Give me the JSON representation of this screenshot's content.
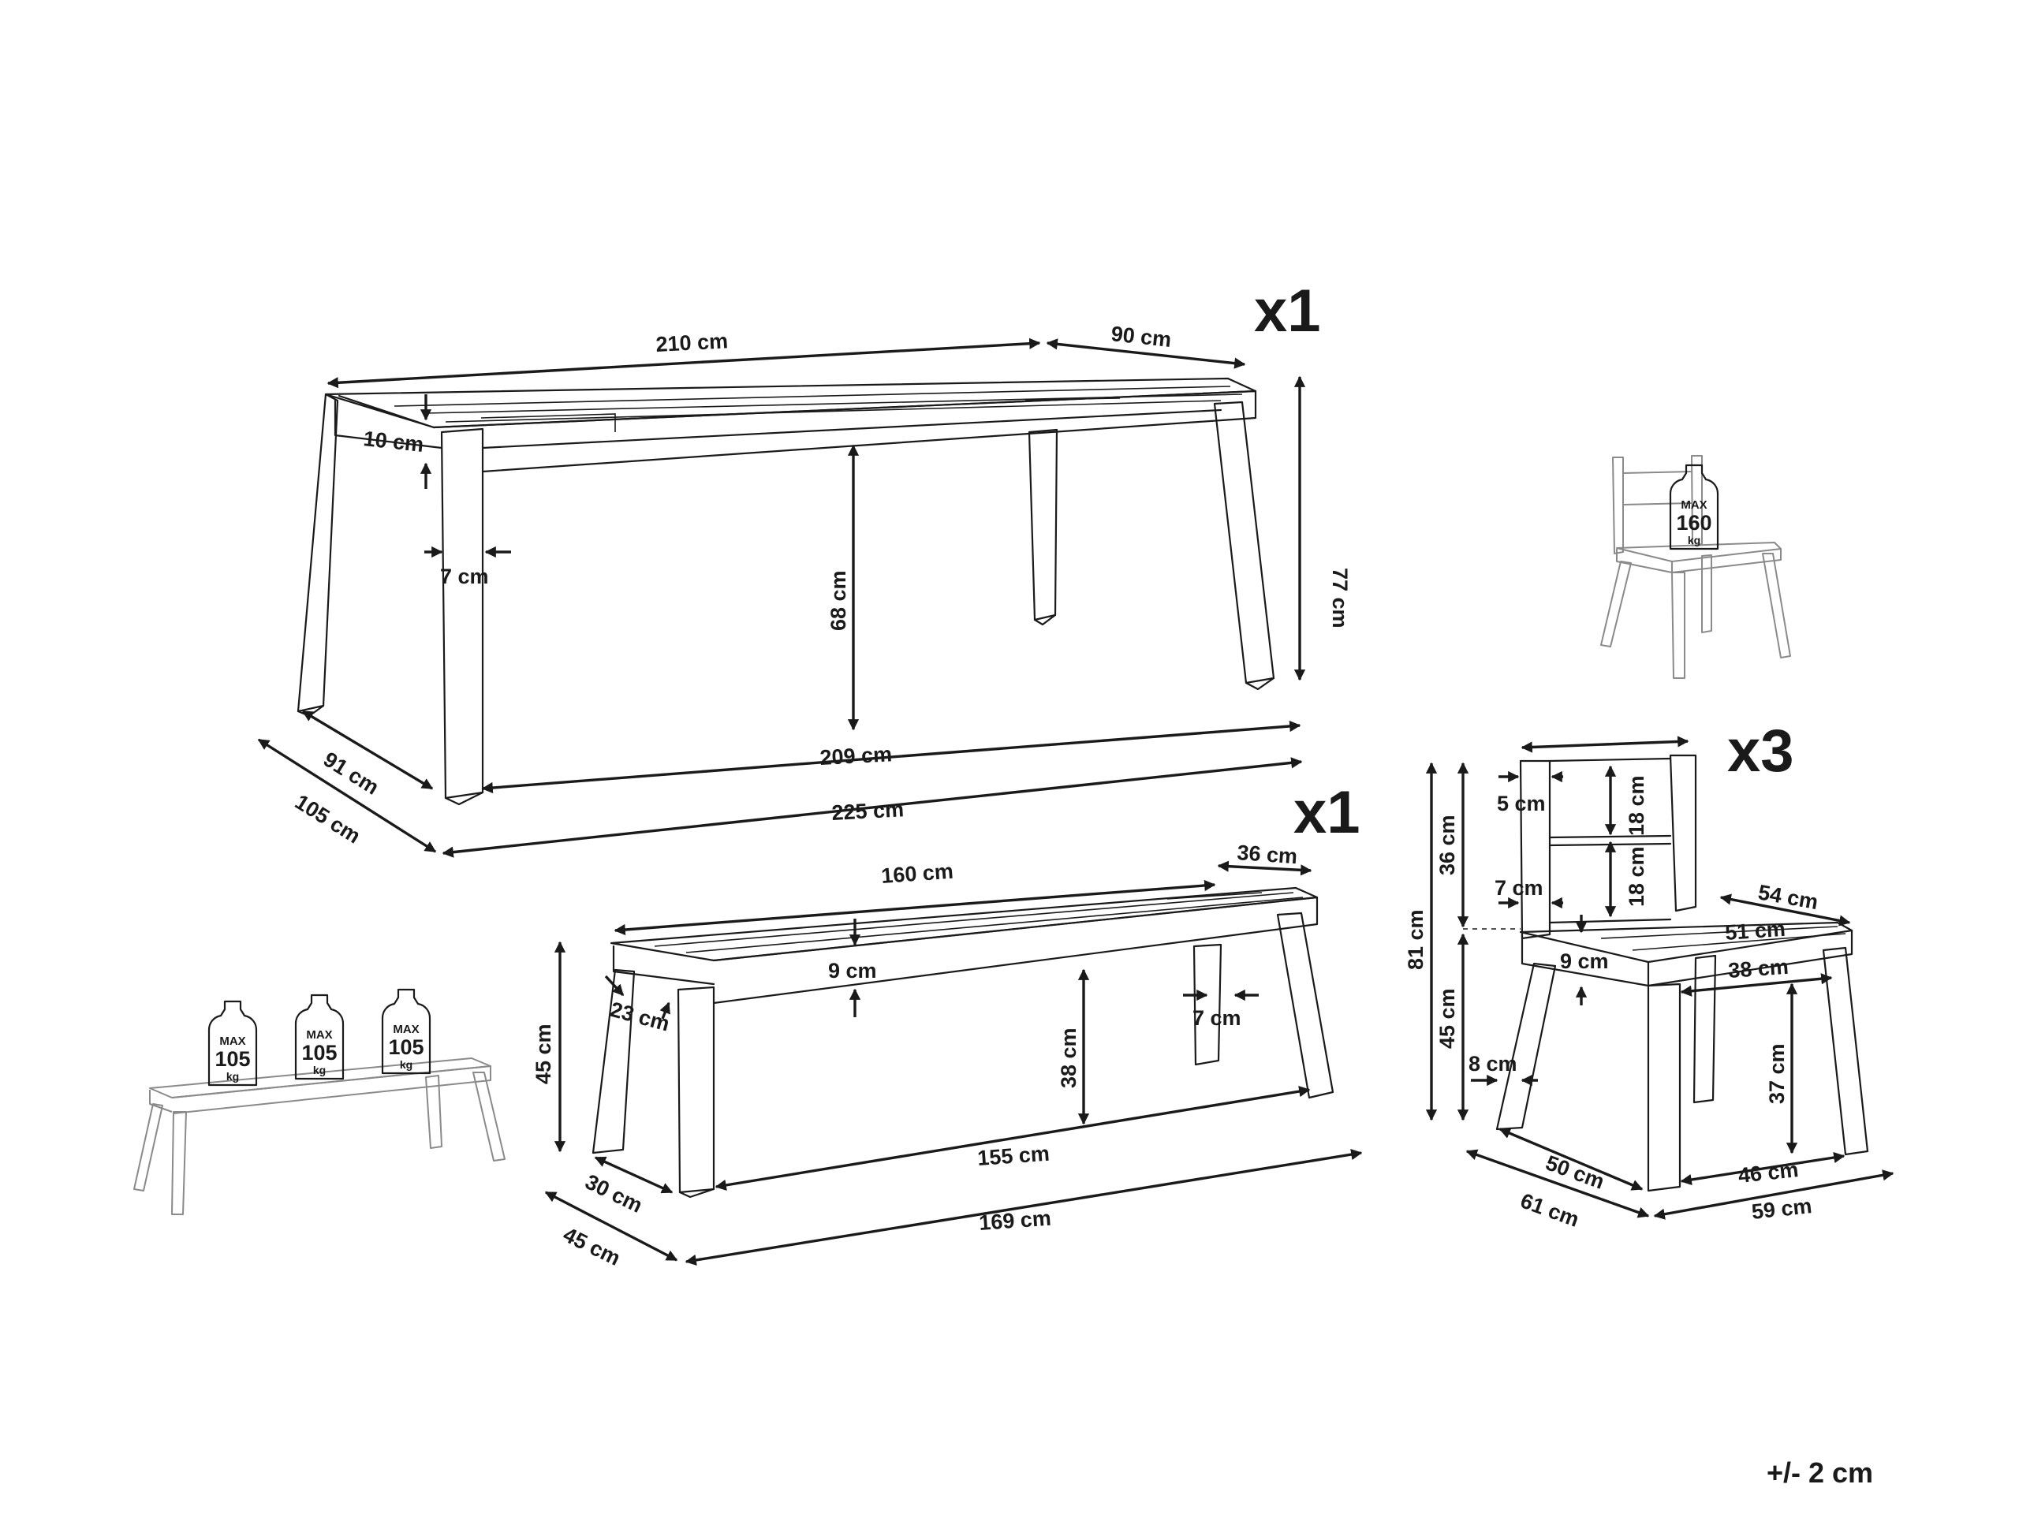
{
  "table": {
    "quantity": "x1",
    "dims": {
      "top_length": "210 cm",
      "top_width": "90 cm",
      "apron_height": "10 cm",
      "leg_width": "7 cm",
      "clearance_height": "68 cm",
      "total_height": "77 cm",
      "inner_depth": "91 cm",
      "outer_depth": "105 cm",
      "inner_length": "209 cm",
      "outer_length": "225 cm"
    }
  },
  "bench": {
    "quantity": "x1",
    "dims": {
      "top_length": "160 cm",
      "top_width": "36 cm",
      "apron_height": "9 cm",
      "leg_depth": "23 cm",
      "leg_width": "7 cm",
      "clearance_height": "38 cm",
      "total_height": "45 cm",
      "inner_depth": "30 cm",
      "outer_depth": "45 cm",
      "inner_length": "155 cm",
      "outer_length": "169 cm"
    },
    "load_label": {
      "max": "MAX",
      "value": "105",
      "unit": "kg"
    }
  },
  "chair": {
    "quantity": "x3",
    "dims": {
      "back_slat_gap_top": "5 cm",
      "back_height": "36 cm",
      "total_height": "81 cm",
      "seat_height": "45 cm",
      "back_slat_1": "18 cm",
      "back_slat_2": "18 cm",
      "back_post_width": "7 cm",
      "seat_depth_outer": "54 cm",
      "seat_depth_inner": "51 cm",
      "apron_height": "9 cm",
      "inner_width": "38 cm",
      "leg_width": "8 cm",
      "clearance_height": "37 cm",
      "inner_depth": "50 cm",
      "outer_depth": "61 cm",
      "inner_width_floor": "46 cm",
      "outer_width": "59 cm"
    },
    "load_label": {
      "max": "MAX",
      "value": "160",
      "unit": "kg"
    }
  },
  "tolerance": "+/- 2 cm"
}
